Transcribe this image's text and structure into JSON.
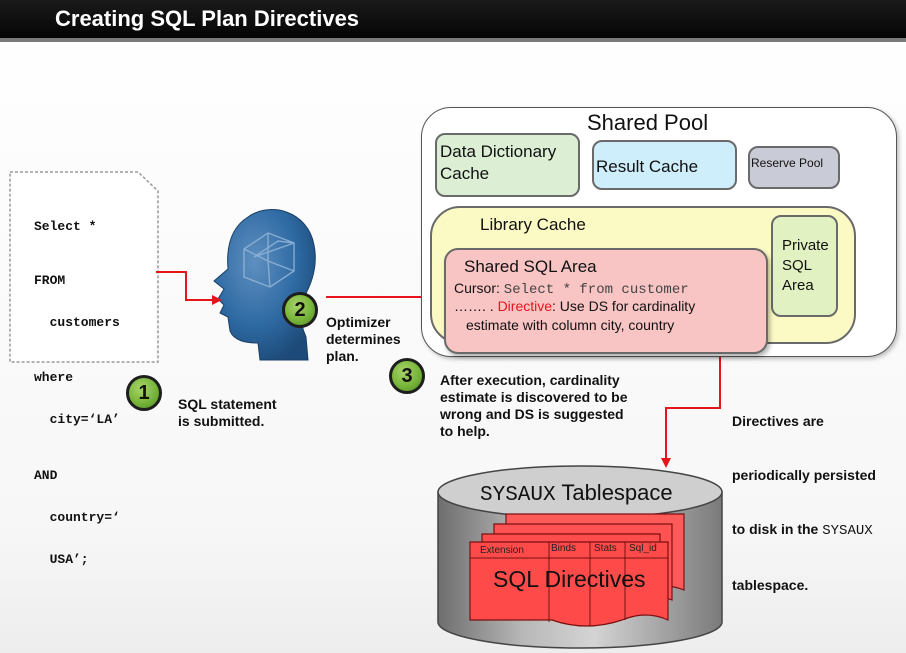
{
  "title": "Creating SQL Plan Directives",
  "sql_statement": {
    "lines": [
      "Select *",
      "FROM",
      "  customers",
      "where",
      "  city=‘LA’",
      "AND",
      "  country=‘",
      "  USA’;"
    ]
  },
  "steps": [
    {
      "number": "1",
      "text": "SQL statement\nis submitted."
    },
    {
      "number": "2",
      "text": "Optimizer\ndetermines\nplan."
    },
    {
      "number": "3",
      "text": "After execution, cardinality\nestimate is discovered to be\nwrong and DS is suggested\nto help."
    }
  ],
  "shared_pool": {
    "title": "Shared Pool",
    "data_dictionary_cache": "Data Dictionary\nCache",
    "result_cache": "Result Cache",
    "reserve_pool": "Reserve Pool",
    "library_cache": "Library Cache",
    "private_sql_area": "Private\nSQL\nArea",
    "shared_sql_area": {
      "title": "Shared SQL Area",
      "cursor_label": "Cursor:",
      "cursor_text": "Select * from customer",
      "dots": "……. .",
      "directive_label": "Directive",
      "directive_text": ":  Use DS for cardinality",
      "directive_text2": "estimate with column city, country"
    }
  },
  "persist_note": {
    "line1": "Directives are",
    "line2": "periodically persisted",
    "line3_prefix": "to disk in the ",
    "line3_mono": "SYSAUX",
    "line4": "tablespace."
  },
  "tablespace": {
    "mono": "SYSAUX",
    "text": " Tablespace",
    "columns": [
      "Extension",
      "Binds",
      "Stats",
      "Sql_id"
    ],
    "directives_label": "SQL Directives"
  },
  "colors": {
    "arrow": "#e8141c",
    "step_green": "#78b53a",
    "directive_red": "#ff4a4a",
    "directive_text_red": "#e8141c"
  }
}
